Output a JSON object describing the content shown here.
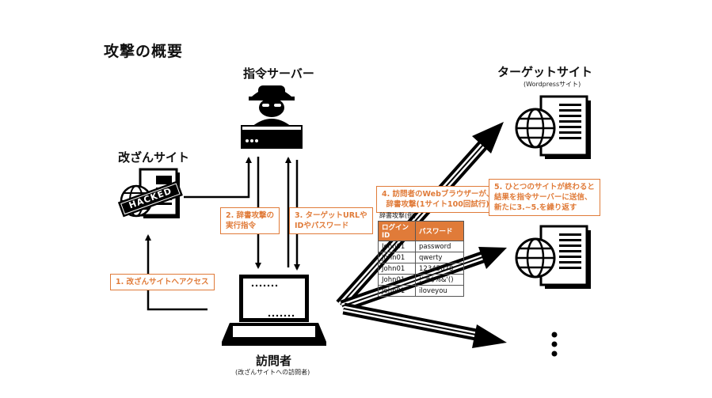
{
  "title": "攻撃の概要",
  "nodes": {
    "server": {
      "label": "指令サーバー"
    },
    "hacked_site": {
      "label": "改ざんサイト",
      "stamp": "HACKED"
    },
    "target": {
      "label": "ターゲットサイト",
      "sublabel": "(Wordpressサイト)"
    },
    "visitor": {
      "label": "訪問者",
      "sublabel": "(改ざんサイトへの訪問者)"
    }
  },
  "steps": {
    "step1": "1. 改ざんサイトへアクセス",
    "step2_line1": "2. 辞書攻撃の",
    "step2_line2": "実行指令",
    "step3_line1": "3. ターゲットURLや",
    "step3_line2": "IDやパスワード",
    "step4_line1": "4. 訪問者のWebブラウザーが、",
    "step4_line2": "辞書攻撃(1サイト100回試行)",
    "step5_line1": "5. ひとつのサイトが終わると",
    "step5_line2": "結果を指令サーバーに送信、",
    "step5_line3": "新たに3.~5.を繰り返す"
  },
  "dictionary": {
    "caption": "辞書攻撃(例)",
    "headers": [
      "ログインID",
      "パスワード"
    ],
    "rows": [
      [
        "John01",
        "password"
      ],
      [
        "John01",
        "qwerty"
      ],
      [
        "John01",
        "12345678"
      ],
      [
        "John01",
        "!\"#$%&'()"
      ],
      [
        "John01",
        "iloveyou"
      ]
    ]
  },
  "colors": {
    "accent": "#e07b39",
    "ink": "#000000"
  }
}
